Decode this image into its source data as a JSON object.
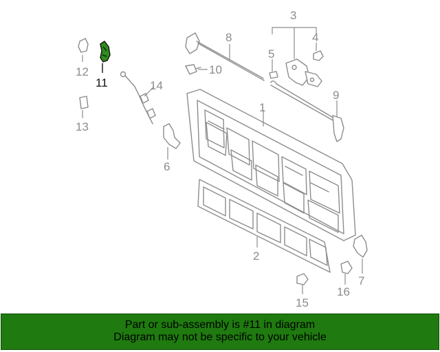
{
  "diagram": {
    "highlighted_part": "11",
    "highlight_color": "#2e8b1e",
    "callouts": [
      "1",
      "2",
      "3",
      "4",
      "5",
      "6",
      "7",
      "8",
      "9",
      "10",
      "11",
      "12",
      "13",
      "14",
      "15",
      "16"
    ]
  },
  "banner": {
    "line1": "Part or sub-assembly is #11 in diagram",
    "line2": "Diagram may not be specific to your vehicle",
    "background": "#1f7a0f"
  }
}
